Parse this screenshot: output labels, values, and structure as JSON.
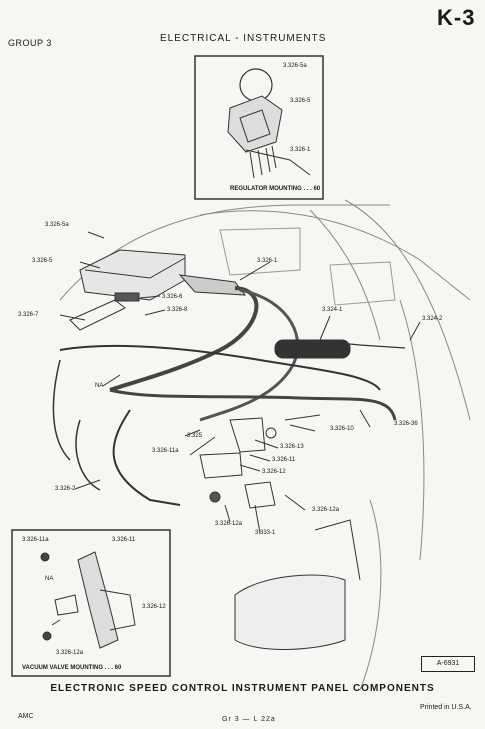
{
  "header": {
    "group": "GROUP 3",
    "title": "ELECTRICAL - INSTRUMENTS",
    "page": "K-3"
  },
  "figure": {
    "caption": "ELECTRONIC SPEED CONTROL INSTRUMENT PANEL COMPONENTS",
    "id": "A-6931",
    "inset_top": {
      "caption": "REGULATOR MOUNTING . . . 60",
      "labels": [
        "3.326-5a",
        "3.326-5",
        "3.326-1"
      ]
    },
    "inset_bottom": {
      "caption": "VACUUM VALVE MOUNTING . . . 60",
      "labels": [
        "3.326-11a",
        "3.326-11",
        "NA",
        "3.326-12",
        "3.326-12a"
      ]
    },
    "callouts": {
      "c1": "3.326-5a",
      "c2": "3.326-5",
      "c3": "3.326-7",
      "c4": "3.326-1",
      "c5": "3.326-6",
      "c6": "3.326-8",
      "c7": "3.324-1",
      "c8": "3.324-2",
      "c9": "NA",
      "c10": "3.325",
      "c11": "3.326-11a",
      "c12": "3.326-10",
      "c13": "3.326-36",
      "c14": "3.326-13",
      "c15": "3.326-11",
      "c16": "3.326-12",
      "c17": "3.326-2",
      "c18": "3.326-12a",
      "c19": "3.326-12a",
      "c20": "3.333-1"
    }
  },
  "footer": {
    "left": "AMC",
    "center": "Gr 3 — L 22a",
    "right": "Printed in U.S.A."
  }
}
